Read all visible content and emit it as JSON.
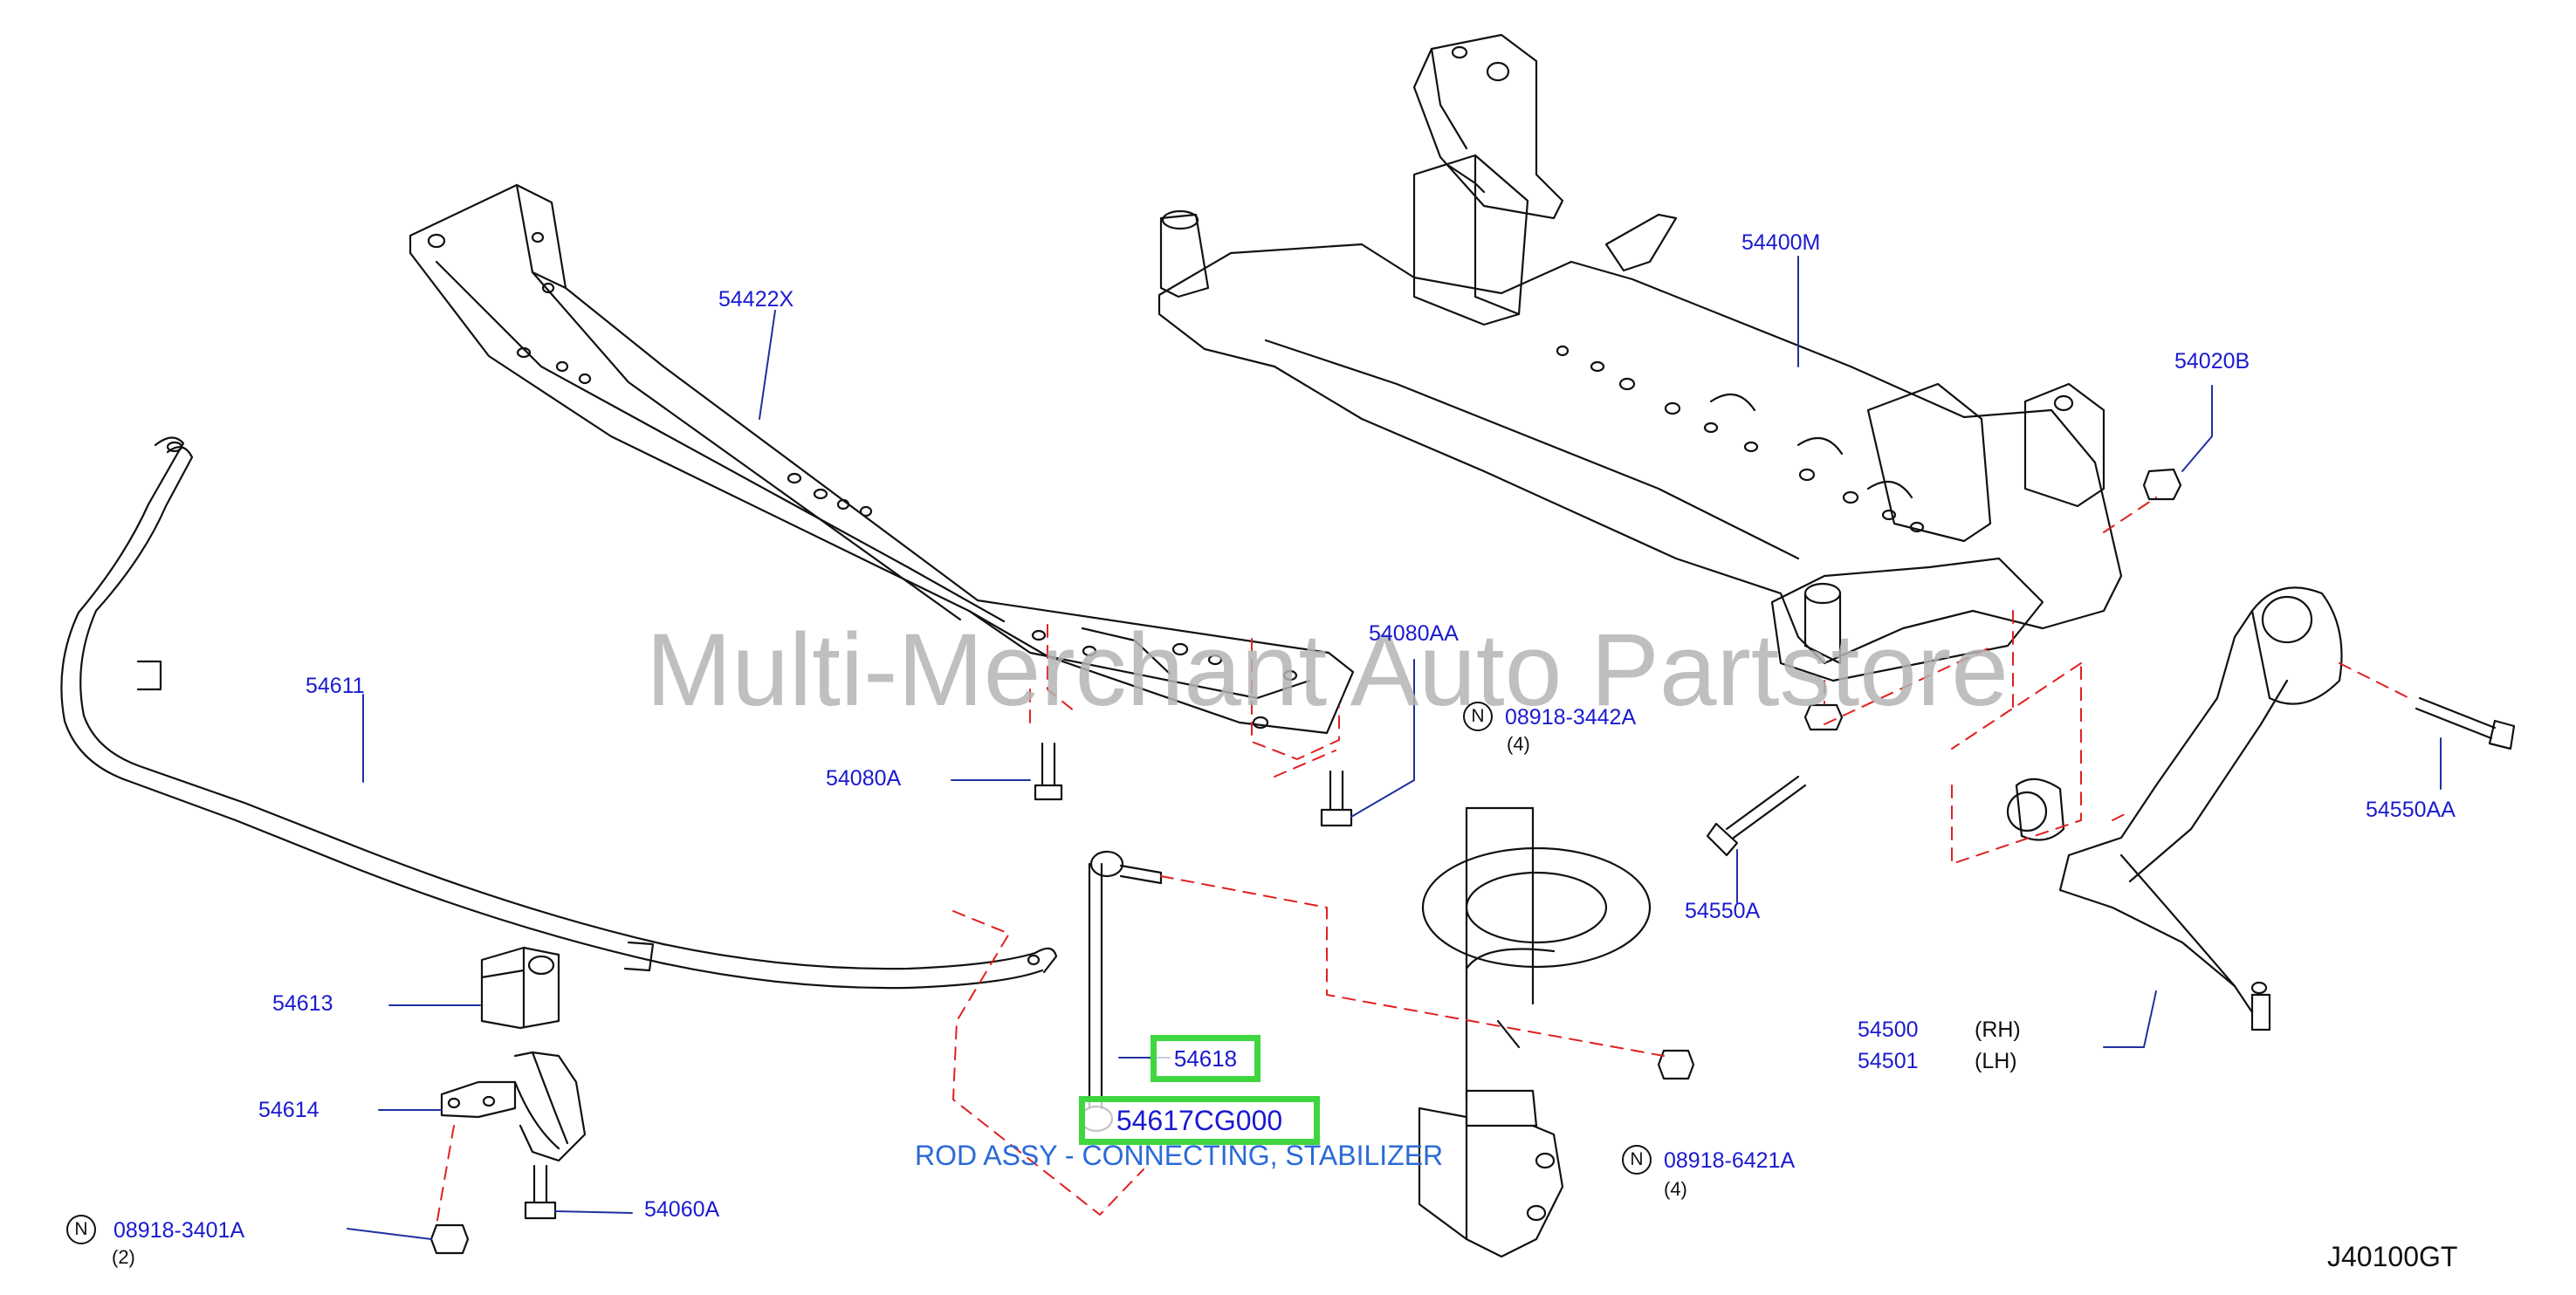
{
  "watermark": "Multi-Merchant Auto Partstore",
  "figure_code": "J40100GT",
  "tooltip": "ROD ASSY - CONNECTING, STABILIZER",
  "highlighted": {
    "rod_number": "54618",
    "selected_part": "54617CG000"
  },
  "parts": {
    "crossmember_rear": "54422X",
    "member_assy": "54400M",
    "nut_member": "54020B",
    "stabilizer": "54611",
    "bolt_a": "54080A",
    "bolt_aa": "54080AA",
    "bushing": "54613",
    "clamp": "54614",
    "bolt_clamp": "54060A",
    "bolt_arm_front": "54550A",
    "bolt_arm_rear": "54550AA",
    "arm_rh": "54500",
    "arm_lh": "54501"
  },
  "sides": {
    "rh": "(RH)",
    "lh": "(LH)"
  },
  "nuts": [
    {
      "mark": "N",
      "number": "08918-3442A",
      "qty": "(4)"
    },
    {
      "mark": "N",
      "number": "08918-6421A",
      "qty": "(4)"
    },
    {
      "mark": "N",
      "number": "08918-3401A",
      "qty": "(2)"
    }
  ],
  "colors": {
    "label": "#1a1ad0",
    "highlight": "#3fd63f",
    "tooltip": "#2a6ad8",
    "dash": "#e02020",
    "line": "#111111",
    "watermark": "#b4b4b4"
  }
}
